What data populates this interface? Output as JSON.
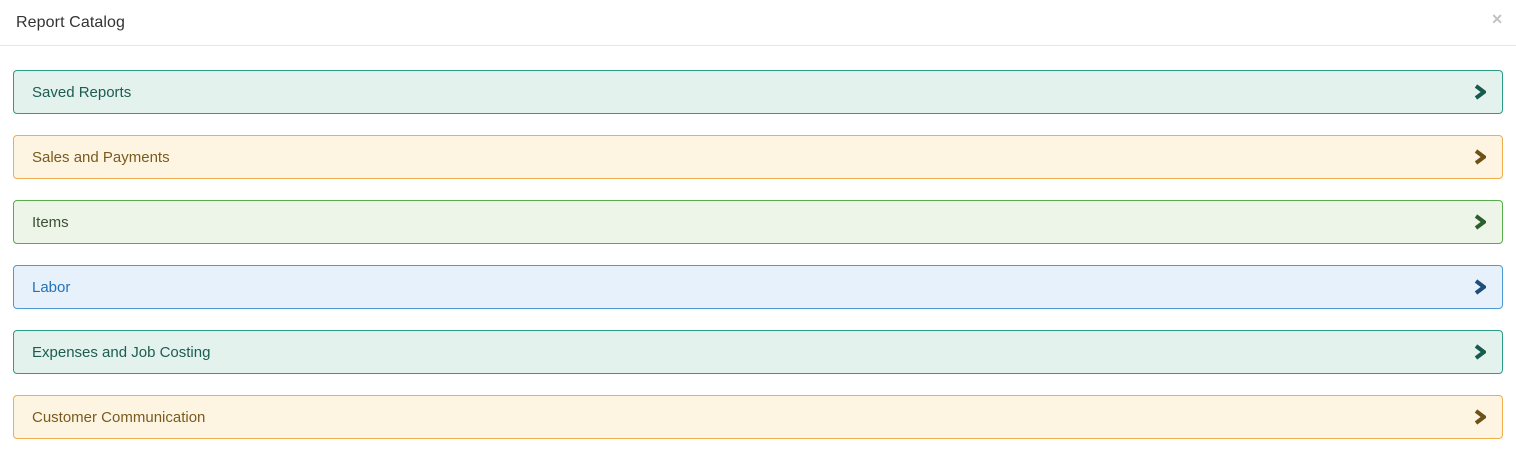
{
  "header": {
    "title": "Report Catalog",
    "close_icon": "✕"
  },
  "catalog": {
    "categories": [
      {
        "label": "Saved Reports",
        "variant": "teal"
      },
      {
        "label": "Sales and Payments",
        "variant": "orange"
      },
      {
        "label": "Items",
        "variant": "green"
      },
      {
        "label": "Labor",
        "variant": "blue"
      },
      {
        "label": "Expenses and Job Costing",
        "variant": "teal"
      },
      {
        "label": "Customer Communication",
        "variant": "orange"
      }
    ],
    "variants": {
      "teal": {
        "bg": "#e3f2ed",
        "border": "#2b9c87",
        "text": "#1d5c51",
        "chevron": "#175a4e"
      },
      "orange": {
        "bg": "#fdf5e2",
        "border": "#f0ad4e",
        "text": "#7a5b1f",
        "chevron": "#6e5117"
      },
      "green": {
        "bg": "#ecf5e7",
        "border": "#56ad4c",
        "text": "#3d4f37",
        "chevron": "#2c5f2d"
      },
      "blue": {
        "bg": "#e6f1fc",
        "border": "#4d9ad5",
        "text": "#2272ba",
        "chevron": "#1f4e79"
      }
    },
    "ui_colors": {
      "header_divider": "#e5e5e5",
      "title_text": "#333333",
      "close_icon": "#c2c2c2",
      "page_background": "#ffffff"
    }
  }
}
